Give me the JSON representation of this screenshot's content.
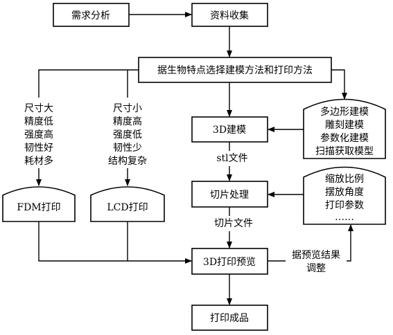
{
  "nodes": {
    "demand_analysis": "需求分析",
    "data_collection": "资料收集",
    "select_method": "据生物特点选择建模方法和打印方法",
    "modeling_3d": "3D建模",
    "slicing": "切片处理",
    "print_preview": "3D打印预览",
    "finished_print": "打印成品",
    "fdm_print": "FDM打印",
    "lcd_print": "LCD打印"
  },
  "fdm_traits": [
    "尺寸大",
    "精度低",
    "强度高",
    "韧性好",
    "耗材多"
  ],
  "lcd_traits": [
    "尺寸小",
    "精度高",
    "强度低",
    "韧性少",
    "结构复杂"
  ],
  "modeling_methods": [
    "多边形建模",
    "雕刻建模",
    "参数化建模",
    "扫描获取模型"
  ],
  "slice_params": [
    "缩放比例",
    "摆放角度",
    "打印参数",
    "……"
  ],
  "edge_labels": {
    "stl_file": "stl文件",
    "slice_file": "切片文件",
    "adjust_line1": "据预览结果",
    "adjust_line2": "调整"
  }
}
